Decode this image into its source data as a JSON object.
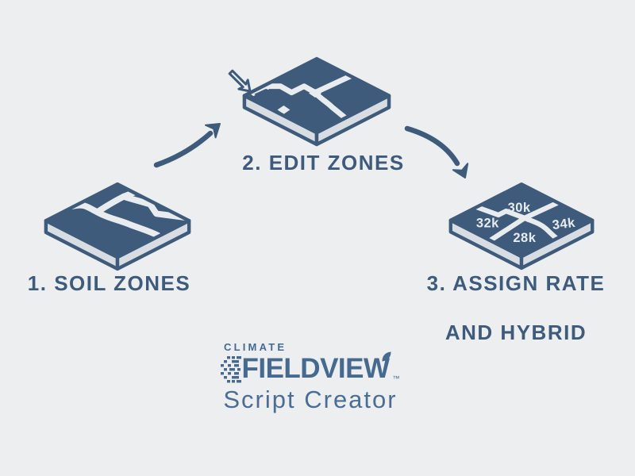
{
  "title": "Climate FieldView Script Creator workflow diagram",
  "colors": {
    "background": "#eceef0",
    "primary_blue": "#3e5b7b",
    "tile_side": "#d8dde3",
    "zone_line": "#e8ecef",
    "logo_blue": "#466990"
  },
  "steps": [
    {
      "label": "1. SOIL ZONES",
      "icon": "soil-zones-tile-icon"
    },
    {
      "label": "2. EDIT ZONES",
      "icon": "edit-zones-tile-icon"
    },
    {
      "label_line1": "3. ASSIGN RATE",
      "label_line2": "AND HYBRID",
      "icon": "assign-rate-tile-icon",
      "rates": {
        "top": "30k",
        "left": "32k",
        "right": "34k",
        "bottom": "28k"
      }
    }
  ],
  "icons": {
    "cursor": "cursor-arrow-icon",
    "arrow_step1_to_step2": "curved-arrow-icon",
    "arrow_step2_to_step3": "curved-arrow-icon",
    "logo_mark": "fieldview-dots-icon",
    "leaf": "leaf-icon"
  },
  "logo": {
    "brand_top": "CLIMATE",
    "brand_main": "FIELDVIEW",
    "trademark": "™",
    "subtitle": "Script Creator"
  }
}
